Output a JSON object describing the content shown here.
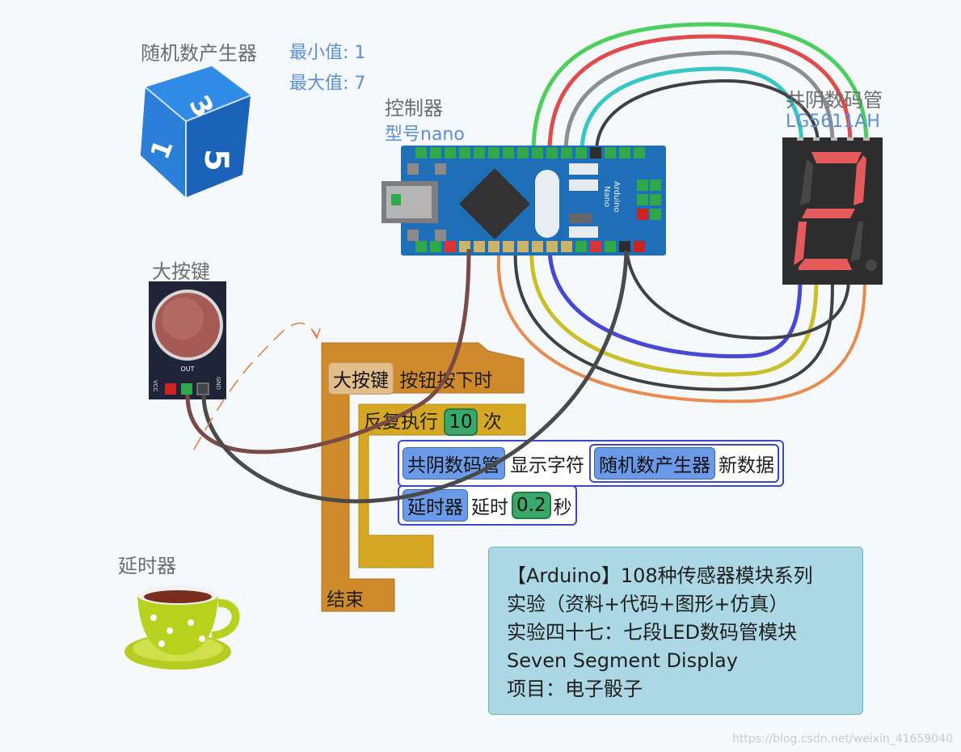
{
  "rng": {
    "title": "随机数产生器",
    "min_label": "最小值: 1",
    "max_label": "最大值: 7",
    "icon": "dice-icon"
  },
  "controller": {
    "title": "控制器",
    "model": "型号nano",
    "board_text_1": "Arduino",
    "board_text_2": "Nano"
  },
  "display": {
    "title": "共阴数码管",
    "model": "LG5611AH",
    "digit": "2"
  },
  "button": {
    "title": "大按键",
    "pin_out": "OUT",
    "pin_vcc": "VCC",
    "pin_gnd": "GND"
  },
  "delay": {
    "title": "延时器",
    "icon": "teacup-icon"
  },
  "blocks": {
    "event_target": "大按键",
    "event_text": "按钮按下时",
    "repeat_text": "反复执行",
    "repeat_count": "10",
    "repeat_unit": "次",
    "display_target": "共阴数码管",
    "display_action": "显示字符",
    "rng_target": "随机数产生器",
    "rng_action": "新数据",
    "delay_target": "延时器",
    "delay_action": "延时",
    "delay_value": "0.2",
    "delay_unit": "秒",
    "end_text": "结束"
  },
  "info": {
    "line1": "【Arduino】108种传感器模块系列",
    "line2": "实验（资料+代码+图形+仿真）",
    "line3": "实验四十七：七段LED数码管模块",
    "line4": "Seven Segment Display",
    "line5": "项目：电子骰子"
  },
  "watermark": "https://blog.csdn.net/weixin_41659040",
  "colors": {
    "block_event": "#cf8a2c",
    "block_repeat": "#d6a722",
    "block_pill": "#6b9be8",
    "number_pill": "#3aa86a",
    "info_bg": "#acd8e5",
    "wire_green": "#4ccf5d",
    "wire_red": "#e14b4b",
    "wire_gray": "#8e8e8e",
    "wire_cyan": "#35c6c6",
    "wire_black": "#404040",
    "wire_blue": "#4848d8",
    "wire_yellow": "#c9c02a",
    "wire_orange": "#ea8a4e",
    "wire_brown": "#7a4a46"
  }
}
